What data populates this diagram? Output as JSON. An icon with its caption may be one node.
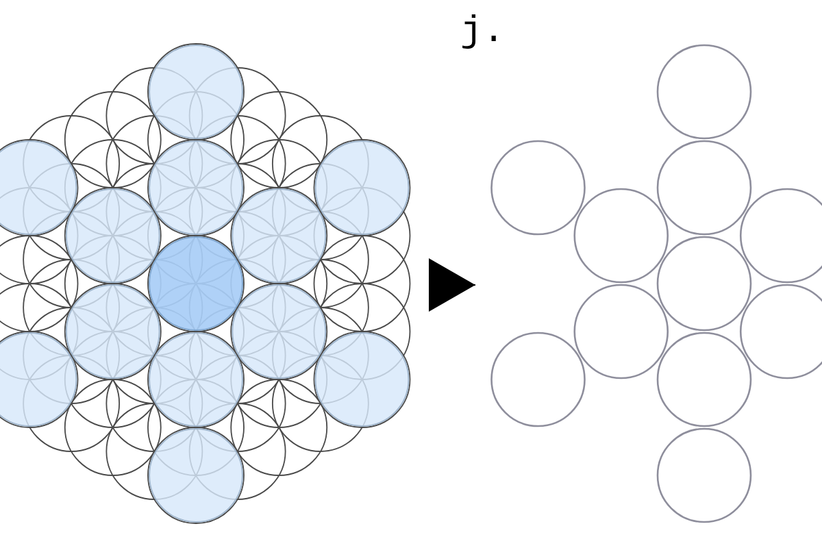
{
  "diagram": {
    "nodes": [
      {
        "text": [],
        "shape": "picture"
      },
      {
        "text": [],
        "shape": "picture"
      }
    ],
    "edges": [
      {
        "from": 0,
        "to": 1,
        "arrow": "to"
      }
    ],
    "labels": [
      "j."
    ]
  }
}
